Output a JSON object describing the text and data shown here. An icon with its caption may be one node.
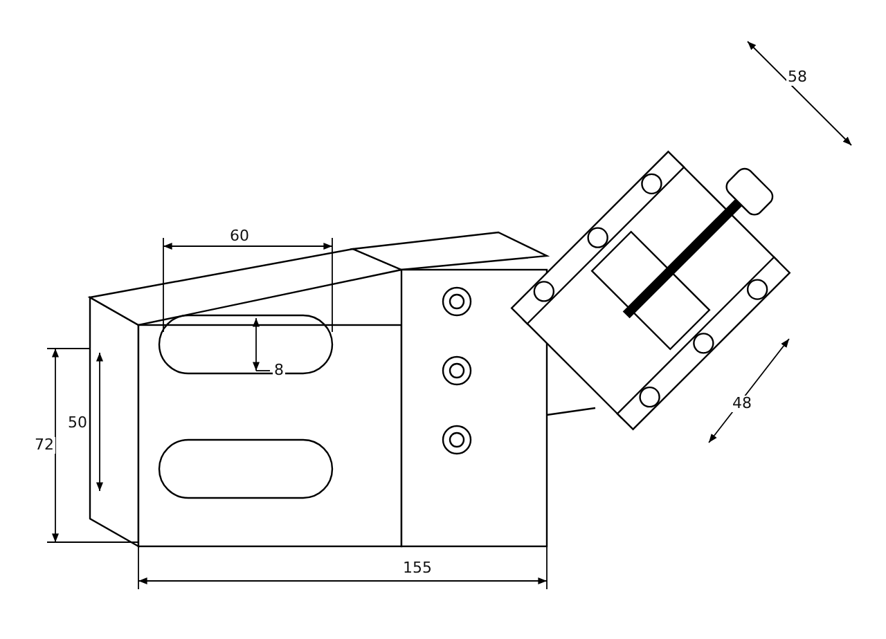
{
  "diagram": {
    "labels": [
      "58",
      "60",
      "8",
      "48",
      "50",
      "72",
      "155"
    ]
  }
}
